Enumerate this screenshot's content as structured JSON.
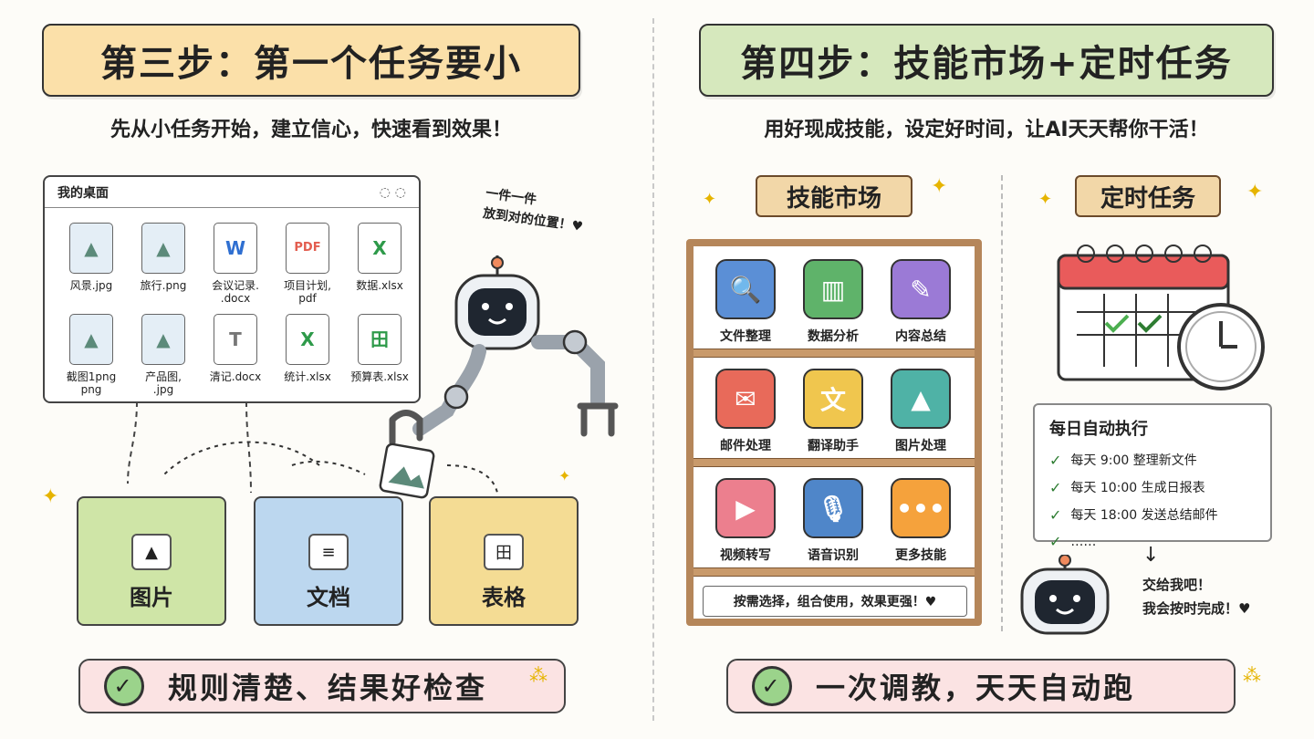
{
  "left": {
    "title": "第三步：第一个任务要小",
    "subtitle": "先从小任务开始，建立信心，快速看到效果！",
    "window_title": "我的桌面",
    "files": [
      {
        "name": "风景.jpg",
        "icon": "image-icon",
        "glyph": "▲"
      },
      {
        "name": "旅行.png",
        "icon": "image-icon",
        "glyph": "▲"
      },
      {
        "name": "会议记录.\n.docx",
        "icon": "word-icon",
        "glyph": "W"
      },
      {
        "name": "项目计划,\npdf",
        "icon": "pdf-icon",
        "glyph": "PDF"
      },
      {
        "name": "数据.xlsx",
        "icon": "excel-icon",
        "glyph": "X"
      },
      {
        "name": "截图1png\npng",
        "icon": "image-icon",
        "glyph": "▲"
      },
      {
        "name": "产品图,\n.jpg",
        "icon": "image-icon",
        "glyph": "▲"
      },
      {
        "name": "清记.docx",
        "icon": "text-icon",
        "glyph": "T"
      },
      {
        "name": "统计.xlsx",
        "icon": "excel-icon",
        "glyph": "X"
      },
      {
        "name": "预算表.xlsx",
        "icon": "sheet-icon",
        "glyph": "田"
      }
    ],
    "robot_note": "一件一件\n放到对的位置！♥",
    "folders": [
      {
        "label": "图片",
        "icon": "image-icon",
        "glyph": "▲",
        "color": "#cfe5a7"
      },
      {
        "label": "文档",
        "icon": "document-icon",
        "glyph": "≡",
        "color": "#bcd7ef"
      },
      {
        "label": "表格",
        "icon": "table-icon",
        "glyph": "田",
        "color": "#f4dc94"
      }
    ],
    "footer": "规则清楚、结果好检查",
    "colors": {
      "title_bg": "#fbe0a9"
    }
  },
  "right": {
    "title": "第四步：技能市场+定时任务",
    "subtitle": "用好现成技能，设定好时间，让AI天天帮你干活！",
    "market_sign": "技能市场",
    "schedule_sign": "定时任务",
    "skills": [
      {
        "label": "文件整理",
        "icon": "file-search-icon",
        "glyph": "🔍",
        "color": "#5b8fd6"
      },
      {
        "label": "数据分析",
        "icon": "chart-icon",
        "glyph": "▥",
        "color": "#5fb36a"
      },
      {
        "label": "内容总结",
        "icon": "note-pen-icon",
        "glyph": "✎",
        "color": "#9b7ad6"
      },
      {
        "label": "邮件处理",
        "icon": "mail-icon",
        "glyph": "✉",
        "color": "#e86a5a"
      },
      {
        "label": "翻译助手",
        "icon": "translate-icon",
        "glyph": "文",
        "color": "#f0c64e"
      },
      {
        "label": "图片处理",
        "icon": "image-icon",
        "glyph": "▲",
        "color": "#4fb2a6"
      },
      {
        "label": "视频转写",
        "icon": "video-icon",
        "glyph": "▶",
        "color": "#ec7f8e"
      },
      {
        "label": "语音识别",
        "icon": "microphone-icon",
        "glyph": "🎙",
        "color": "#4f86c9"
      },
      {
        "label": "更多技能",
        "icon": "more-icon",
        "glyph": "•••",
        "color": "#f5a23c"
      }
    ],
    "shelf_note": "按需选择，组合使用，效果更强！♥",
    "task_title": "每日自动执行",
    "tasks": [
      "每天 9:00 整理新文件",
      "每天 10:00 生成日报表",
      "每天 18:00 发送总结邮件",
      "……"
    ],
    "robot_note": "交给我吧！\n我会按时完成！♥",
    "footer": "一次调教，天天自动跑",
    "colors": {
      "title_bg": "#d6e8bd"
    }
  }
}
